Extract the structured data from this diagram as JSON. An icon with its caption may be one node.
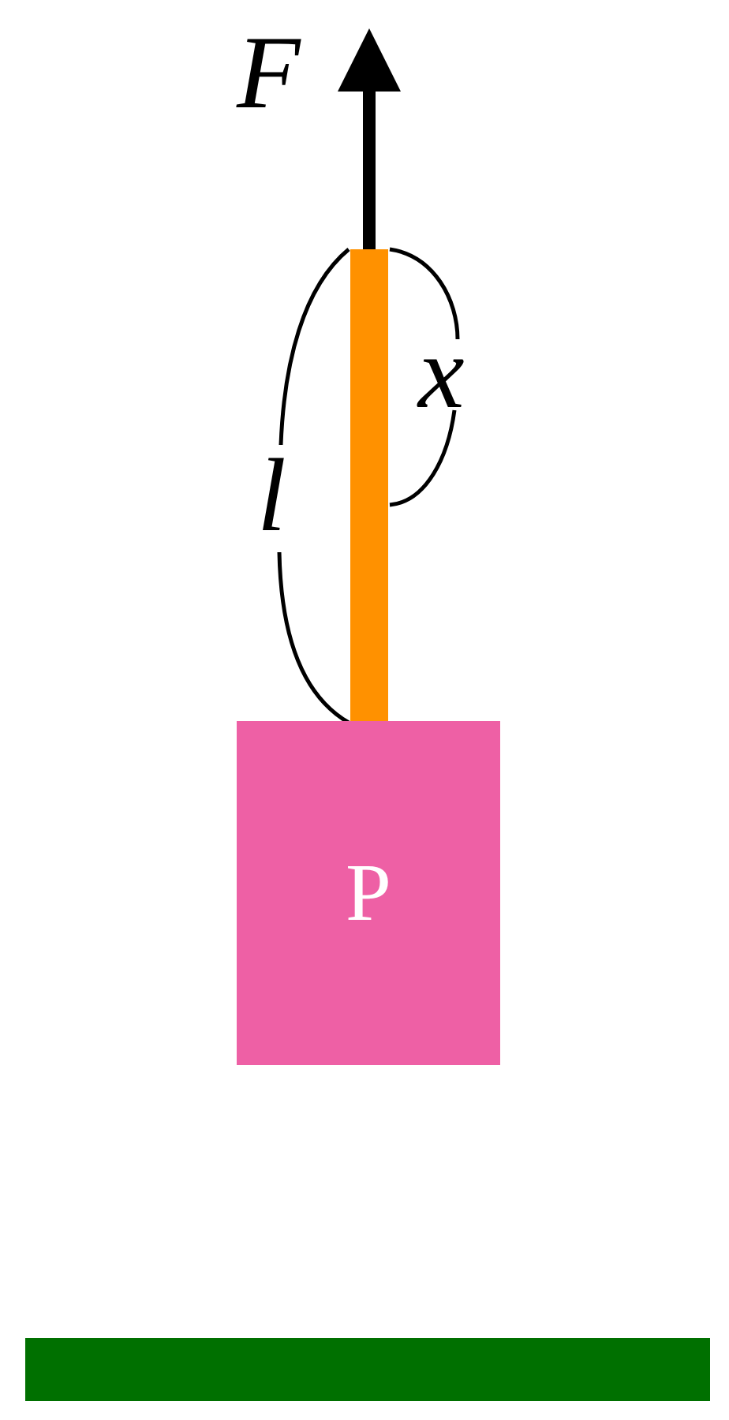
{
  "diagram": {
    "nodes": [
      {
        "text": [
          "P"
        ]
      },
      {
        "text": [],
        "shape": "bar"
      }
    ],
    "labels": [
      "F",
      "l",
      "x"
    ]
  }
}
